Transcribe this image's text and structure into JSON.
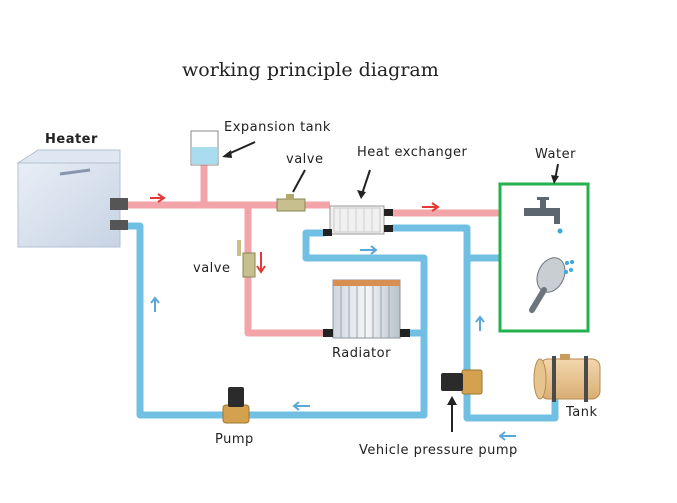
{
  "title": "working principle diagram",
  "labels": {
    "heater": "Heater",
    "expansion_tank": "Expansion tank",
    "valve_top": "valve",
    "heat_exchanger": "Heat exchanger",
    "water": "Water",
    "valve_left": "valve",
    "radiator": "Radiator",
    "pump": "Pump",
    "tank": "Tank",
    "vehicle_pressure_pump": "Vehicle pressure pump"
  },
  "colors": {
    "hot_pipe": "#f2a4a9",
    "cold_pipe": "#72bfe4",
    "water_box": "#22b14c",
    "flow_arrow_hot": "#e53935",
    "flow_arrow_cold": "#5aa7d8"
  }
}
